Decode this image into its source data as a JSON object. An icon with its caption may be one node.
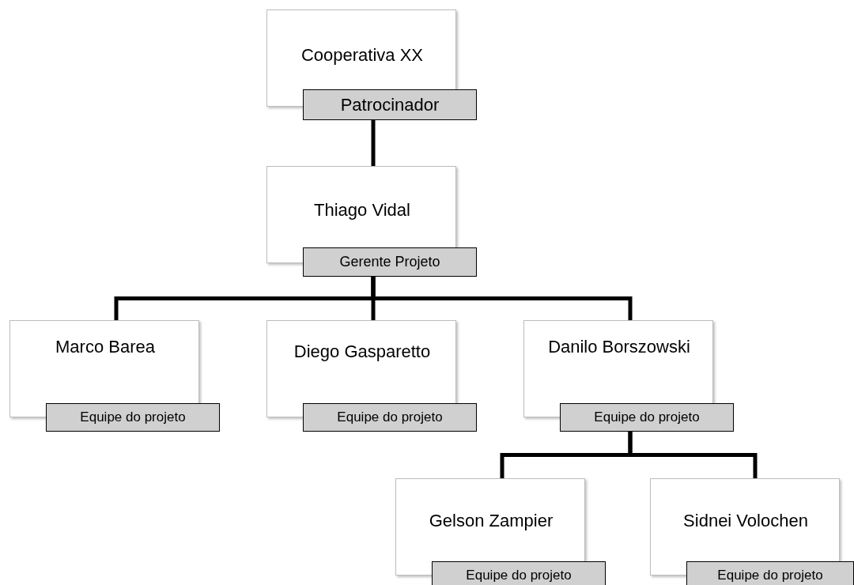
{
  "diagram": {
    "nodes": [
      {
        "text": [
          "Cooperativa XX",
          "Patrocinador"
        ]
      },
      {
        "text": [
          "Thiago Vidal",
          "Gerente Projeto"
        ]
      },
      {
        "text": [
          "Marco Barea",
          "Equipe do projeto"
        ]
      },
      {
        "text": [
          "Diego Gasparetto",
          "Equipe do projeto"
        ]
      },
      {
        "text": [
          "Danilo Borszowski",
          "Equipe do projeto"
        ]
      },
      {
        "text": [
          "Gelson Zampier",
          "Equipe do projeto"
        ]
      },
      {
        "text": [
          "Sidnei Volochen",
          "Equipe do projeto"
        ]
      }
    ],
    "edges": [
      {
        "from": 0,
        "to": 1,
        "arrow": "none"
      },
      {
        "from": 1,
        "to": 2,
        "arrow": "none"
      },
      {
        "from": 1,
        "to": 3,
        "arrow": "none"
      },
      {
        "from": 1,
        "to": 4,
        "arrow": "none"
      },
      {
        "from": 4,
        "to": 5,
        "arrow": "none"
      },
      {
        "from": 4,
        "to": 6,
        "arrow": "none"
      }
    ]
  }
}
